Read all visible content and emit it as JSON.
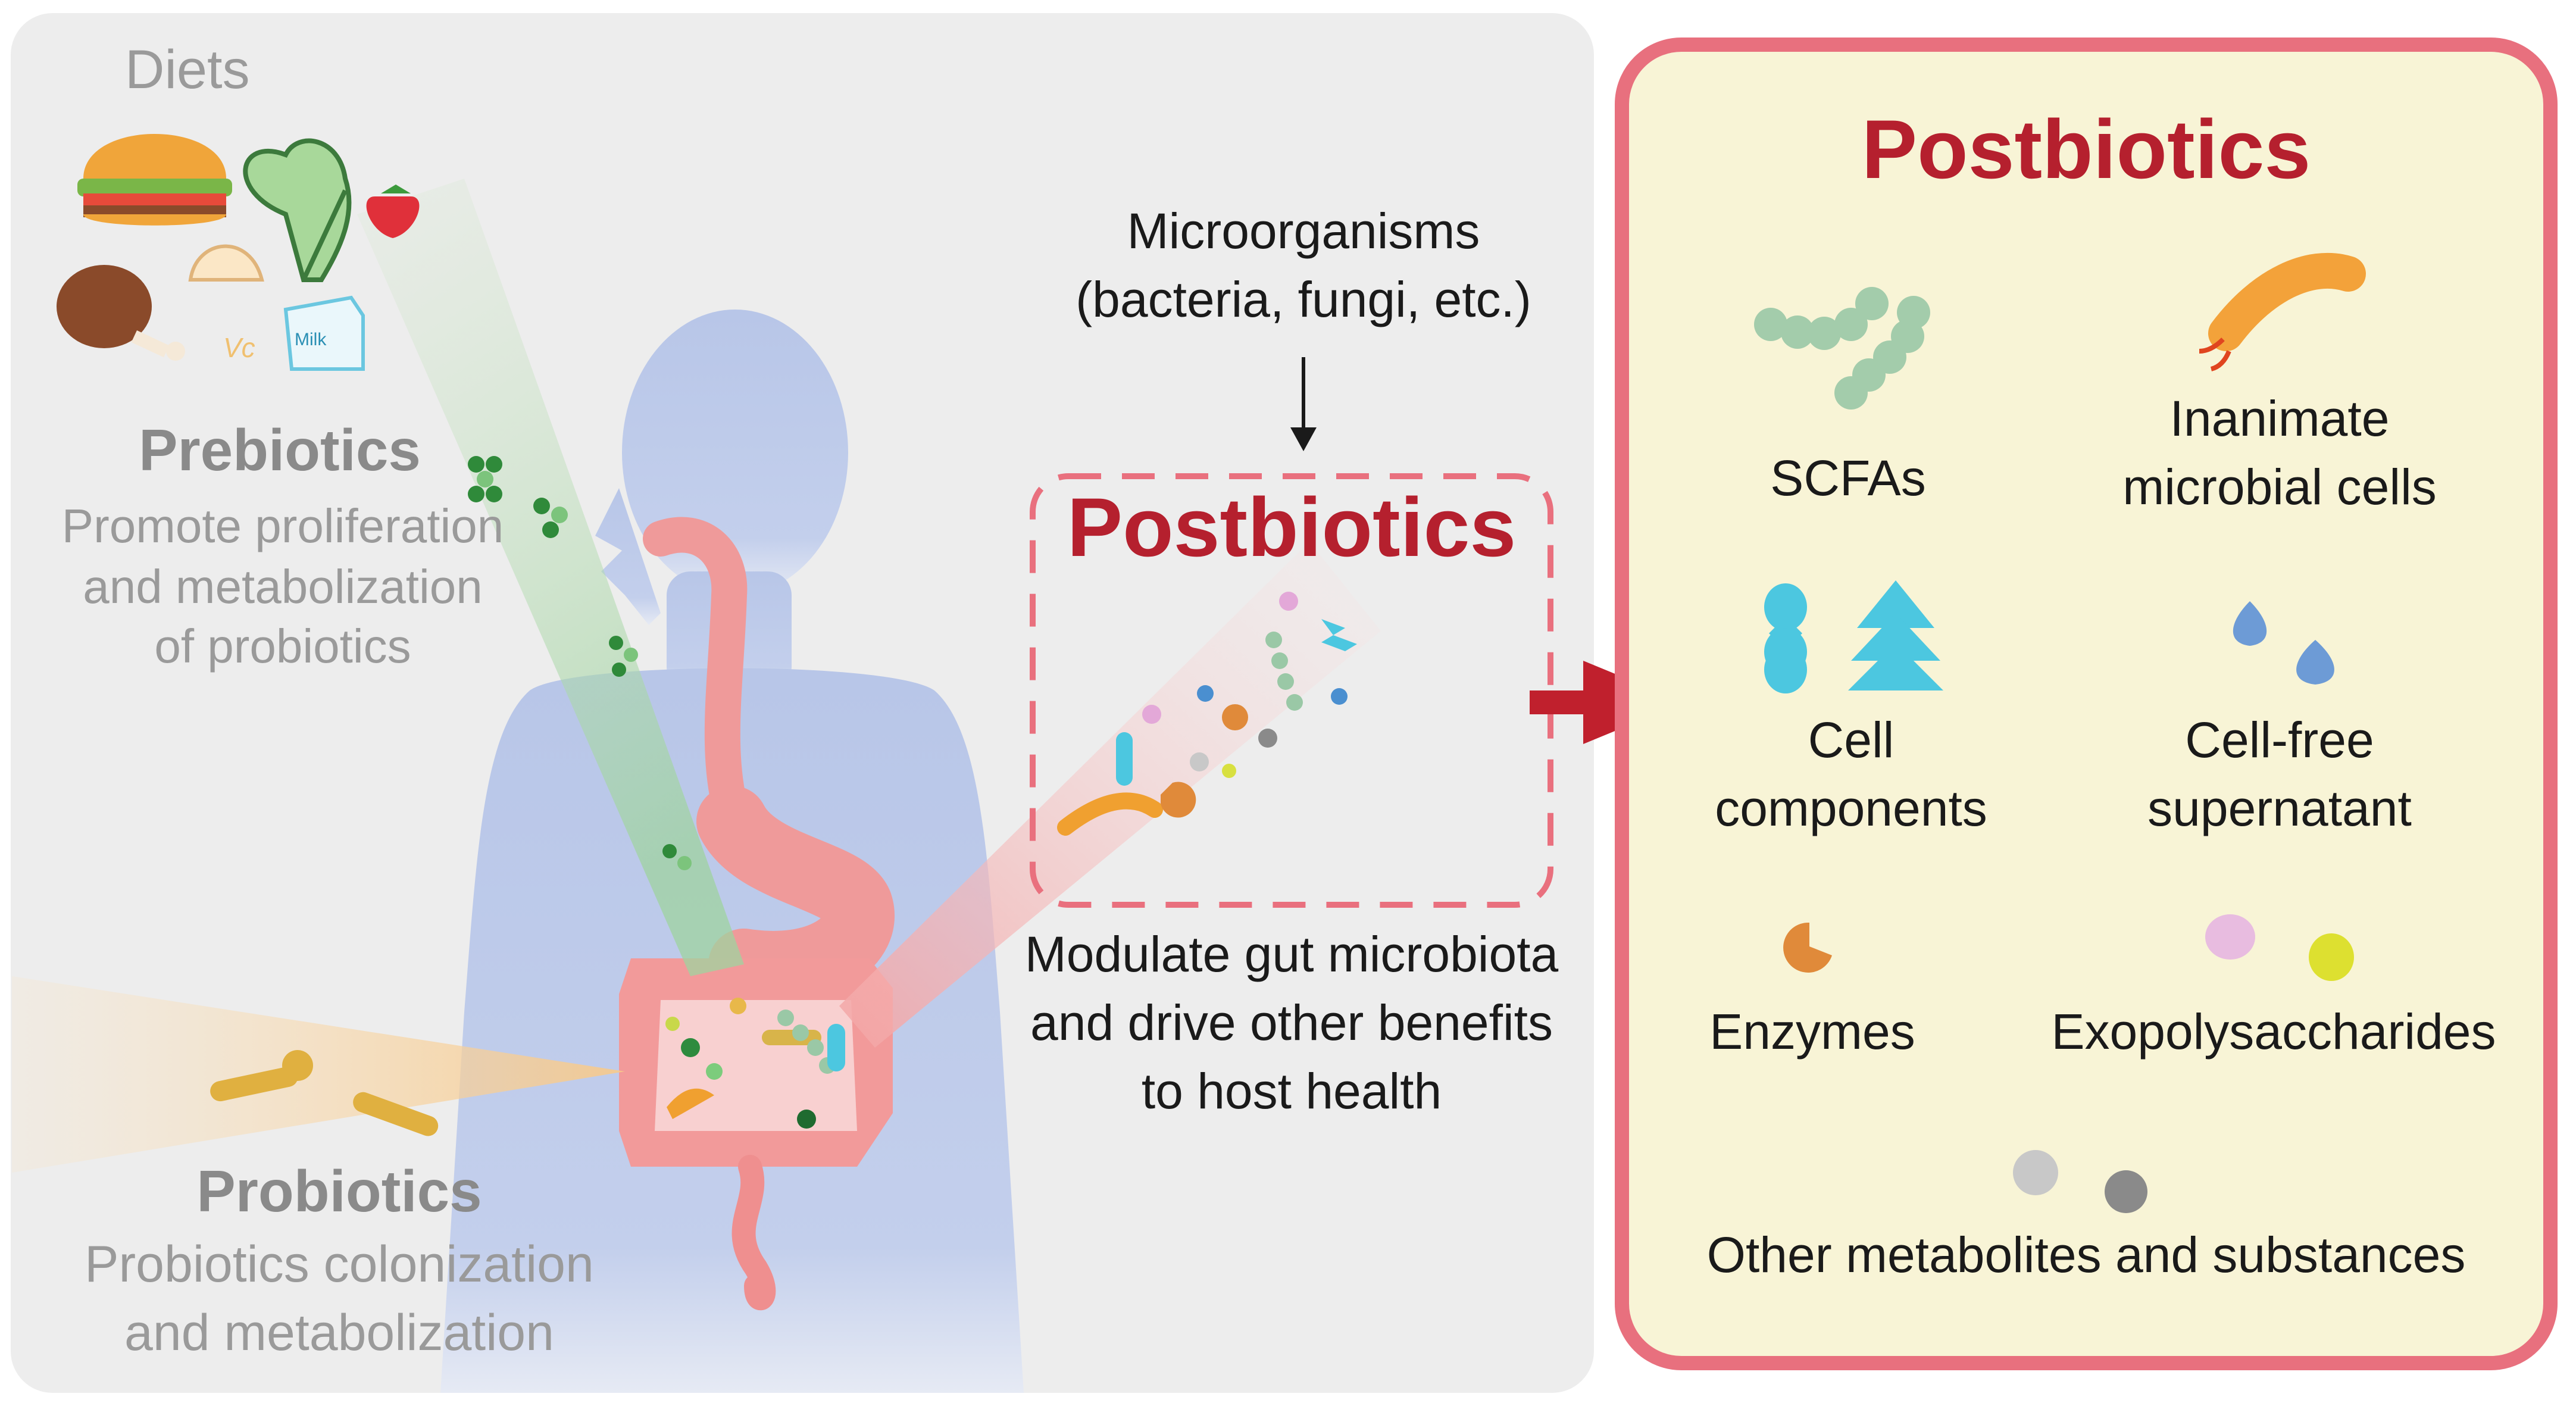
{
  "left_panel": {
    "diets_label": "Diets",
    "milk_label": "Milk",
    "vc_label": "Vc",
    "prebiotics": {
      "title": "Prebiotics",
      "desc_line1": "Promote proliferation",
      "desc_line2": "and metabolization",
      "desc_line3": "of probiotics"
    },
    "probiotics": {
      "title": "Probiotics",
      "desc_line1": "Probiotics colonization",
      "desc_line2": "and metabolization"
    },
    "microorganisms_line1": "Microorganisms",
    "microorganisms_line2": "(bacteria, fungi, etc.)",
    "postbiotics_label": "Postbiotics",
    "modulate_line1": "Modulate gut microbiota",
    "modulate_line2": "and drive other benefits",
    "modulate_line3": "to host health"
  },
  "right_panel": {
    "title": "Postbiotics",
    "items": [
      {
        "line1": "SCFAs",
        "line2": ""
      },
      {
        "line1": "Inanimate",
        "line2": "microbial cells"
      },
      {
        "line1": "Cell",
        "line2": "components"
      },
      {
        "line1": "Cell-free",
        "line2": "supernatant"
      },
      {
        "line1": "Enzymes",
        "line2": ""
      },
      {
        "line1": "Exopolysaccharides",
        "line2": ""
      },
      {
        "line1": "Other metabolites and substances",
        "line2": ""
      }
    ]
  },
  "colors": {
    "panel_left_bg": "#ededed",
    "panel_right_bg": "#f8f4d6",
    "panel_right_border": "#e8707e",
    "postbiotics_red": "#b5202e",
    "body_blue": "#b8c6e8",
    "gut_pink": "#ef8f8f",
    "arrow_red": "#c0202d"
  }
}
